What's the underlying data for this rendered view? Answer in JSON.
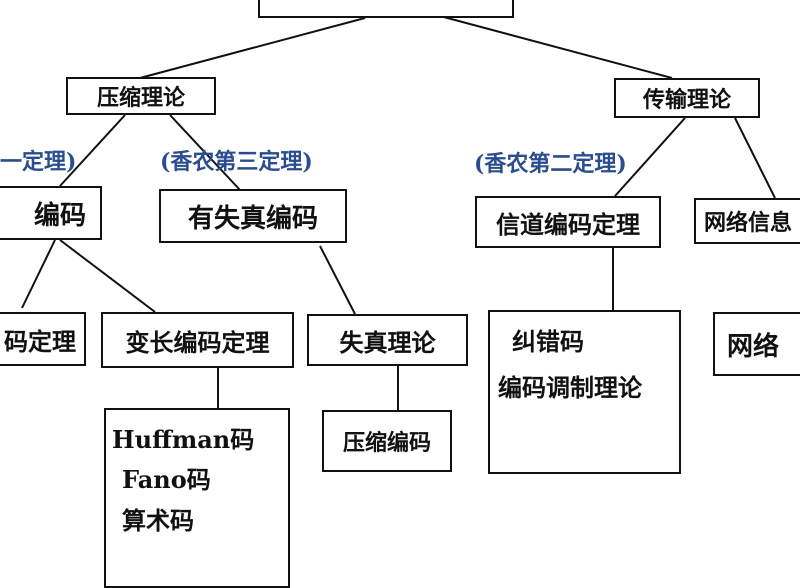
{
  "diagram": {
    "nodes": {
      "compression_theory": "压缩理论",
      "transmission_theory": "传输理论",
      "lossless_coding_partial": "编码",
      "lossy_coding": "有失真编码",
      "channel_coding_theorem": "信道编码定理",
      "network_info_partial": "网络信息",
      "source_theorem_partial": "码定理",
      "variable_length_theorem": "变长编码定理",
      "rate_distortion_theory": "失真理论",
      "network_partial": "网络",
      "compression_coding": "压缩编码",
      "codes_list": [
        "Huffman码",
        "Fano码",
        "算术码"
      ],
      "channel_list": [
        "纠错码",
        "编码调制理论"
      ]
    },
    "theorem_labels": {
      "first_partial": "一定理)",
      "third": "(香农第三定理)",
      "second": "(香农第二定理)"
    }
  }
}
